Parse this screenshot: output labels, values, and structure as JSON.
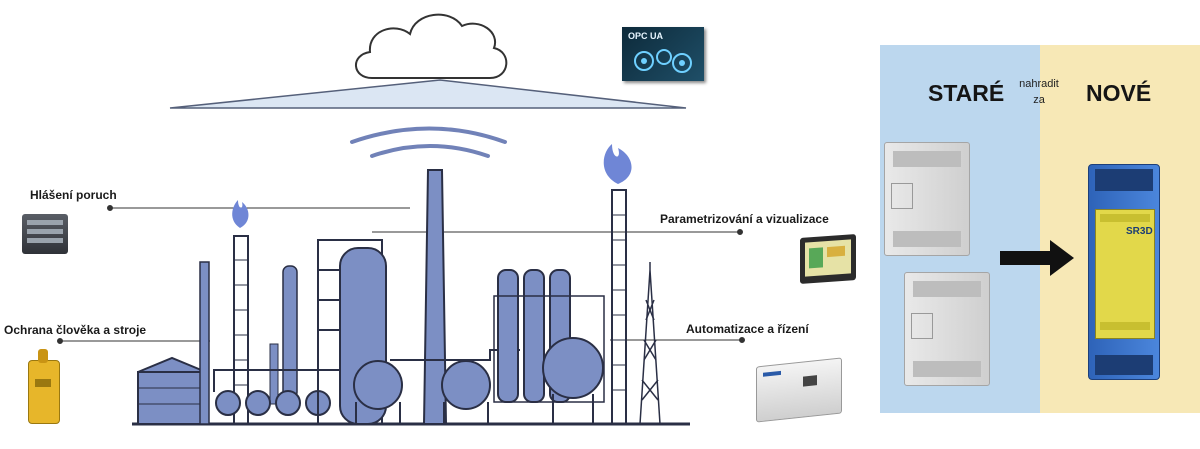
{
  "labels": {
    "fault_reporting": "Hlášení poruch",
    "person_machine_protection": "Ochrana člověka a stroje",
    "parametrization_visualization": "Parametrizování a vizualizace",
    "automation_control": "Automatizace a řízení"
  },
  "opc_badge": "OPC UA",
  "comparison": {
    "old_title": "STARÉ",
    "new_title": "NOVÉ",
    "replace_line1": "nahradit",
    "replace_line2": "za",
    "old_color": "#bcd7ee",
    "new_color": "#f7e8b6"
  },
  "relay_label": "SR3D",
  "colors": {
    "plant": "#7c8fc4",
    "plant_dark": "#2a2f45",
    "flame": "#6f86d6",
    "arrow": "#111111"
  }
}
